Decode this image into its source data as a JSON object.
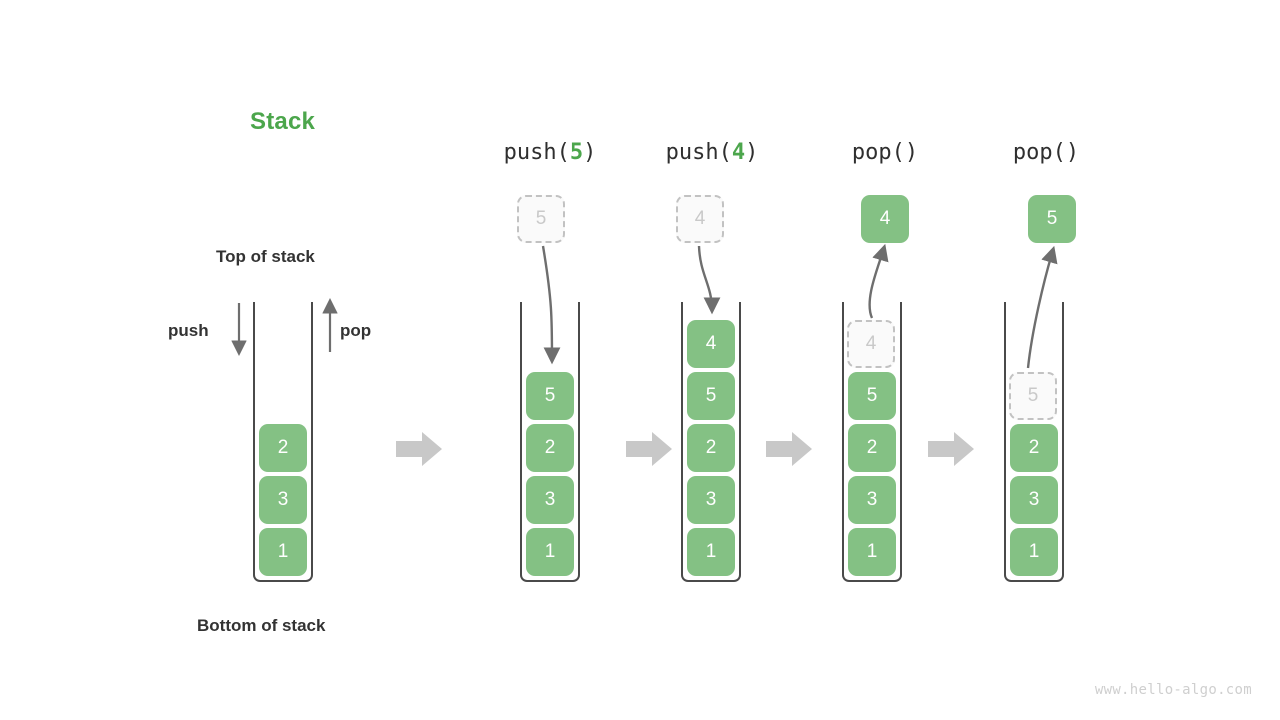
{
  "diagram": {
    "title": "Stack",
    "title_color": "#4CA64C",
    "box_color": "#84c184",
    "ghost_color": "#c9c9c9",
    "arrow_color": "#6e6e6e",
    "step_arrow_color": "#c8c8c8",
    "labels": {
      "top_of_stack": "Top of stack",
      "bottom_of_stack": "Bottom of stack",
      "push": "push",
      "pop": "pop"
    },
    "watermark": "www.hello-algo.com",
    "panels": [
      {
        "id": "initial",
        "caption": "",
        "caption_arg": "",
        "stack": [
          "2",
          "3",
          "1"
        ],
        "ghost_index": -1,
        "external_box": null,
        "external_ghost": false
      },
      {
        "id": "push-5",
        "caption_prefix": "push(",
        "caption_arg": "5",
        "caption_suffix": ")",
        "stack": [
          "5",
          "2",
          "3",
          "1"
        ],
        "ghost_index": -1,
        "external_box": "5",
        "external_ghost": true,
        "flow": "down"
      },
      {
        "id": "push-4",
        "caption_prefix": "push(",
        "caption_arg": "4",
        "caption_suffix": ")",
        "stack": [
          "4",
          "5",
          "2",
          "3",
          "1"
        ],
        "ghost_index": -1,
        "external_box": "4",
        "external_ghost": true,
        "flow": "down"
      },
      {
        "id": "pop-1",
        "caption_prefix": "pop(",
        "caption_arg": "",
        "caption_suffix": ")",
        "stack": [
          "4",
          "5",
          "2",
          "3",
          "1"
        ],
        "ghost_index": 0,
        "external_box": "4",
        "external_ghost": false,
        "flow": "up"
      },
      {
        "id": "pop-2",
        "caption_prefix": "pop(",
        "caption_arg": "",
        "caption_suffix": ")",
        "stack": [
          "5",
          "2",
          "3",
          "1"
        ],
        "ghost_index": 0,
        "external_box": "5",
        "external_ghost": false,
        "flow": "up"
      }
    ]
  }
}
